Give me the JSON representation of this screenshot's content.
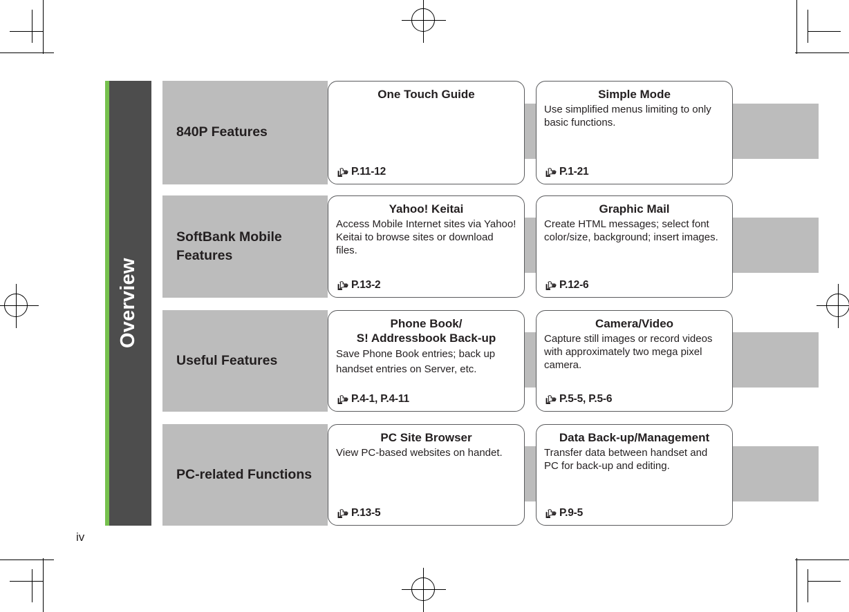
{
  "page": {
    "folio": "iv",
    "side_tab_label": "Overview",
    "accent_color": "#76c14e",
    "tab_color": "#4d4d4d",
    "band_color": "#bcbcbc",
    "card_border_color": "#58595b",
    "text_color": "#231f20"
  },
  "rows": [
    {
      "category": "840P Features",
      "cards": [
        {
          "title": "One Touch Guide",
          "body": "",
          "ref": "P.11-12",
          "ref_icon": "pointing-hand-icon"
        },
        {
          "title": "Simple Mode",
          "body": "Use simplified menus limiting to only basic functions.",
          "ref": "P.1-21",
          "ref_icon": "pointing-hand-icon"
        }
      ]
    },
    {
      "category": "SoftBank Mobile Features",
      "cards": [
        {
          "title": "Yahoo! Keitai",
          "body": "Access Mobile Internet sites via Yahoo! Keitai to browse sites or download files.",
          "ref": "P.13-2",
          "ref_icon": "pointing-hand-icon"
        },
        {
          "title": "Graphic Mail",
          "body": "Create HTML messages; select font color/size, background; insert images.",
          "ref": "P.12-6",
          "ref_icon": "pointing-hand-icon"
        }
      ]
    },
    {
      "category": "Useful Features",
      "cards": [
        {
          "title": "Phone Book/\nS! Addressbook Back-up",
          "body": "Save Phone Book entries; back up handset entries on Server, etc.",
          "ref": "P.4-1, P.4-11",
          "ref_icon": "pointing-hand-icon"
        },
        {
          "title": "Camera/Video",
          "body": "Capture still images or record videos with approximately two mega pixel camera.",
          "ref": "P.5-5, P.5-6",
          "ref_icon": "pointing-hand-icon"
        }
      ]
    },
    {
      "category": "PC-related Functions",
      "cards": [
        {
          "title": "PC Site Browser",
          "body": "View PC-based websites on handet.",
          "ref": "P.13-5",
          "ref_icon": "pointing-hand-icon"
        },
        {
          "title": "Data Back-up/Management",
          "body": "Transfer data between handset and PC for back-up and editing.",
          "ref": "P.9-5",
          "ref_icon": "pointing-hand-icon"
        }
      ]
    }
  ]
}
